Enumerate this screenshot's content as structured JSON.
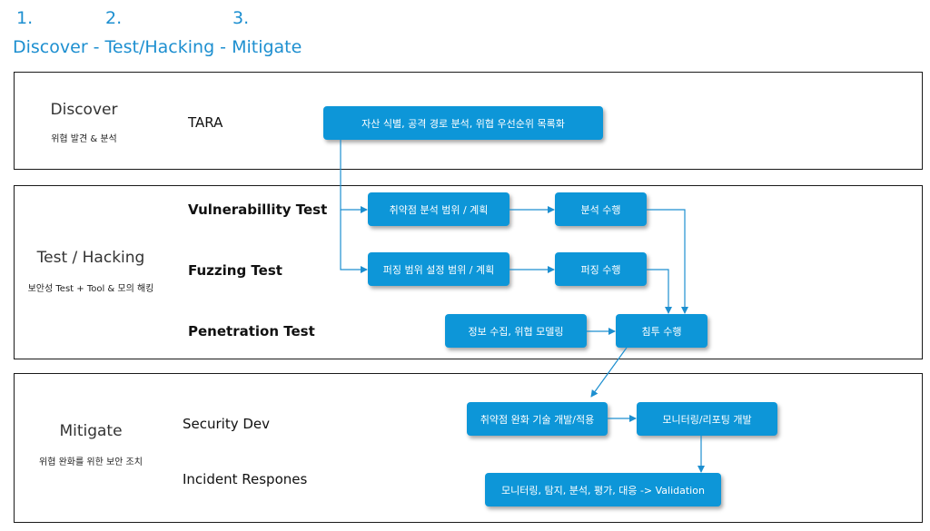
{
  "header": {
    "step1": "1.",
    "step2": "2.",
    "step3": "3.",
    "title": "Discover - Test/Hacking - Mitigate"
  },
  "discover": {
    "title": "Discover",
    "subtitle": "위협 발견 & 분석",
    "rows": {
      "tara": "TARA"
    },
    "boxes": {
      "tara": "자산 식별, 공격 경로 분석, 위협 우선순위 목록화"
    }
  },
  "test": {
    "title": "Test / Hacking",
    "subtitle": "보안성 Test + Tool & 모의 해킹",
    "rows": {
      "vuln": "Vulnerabillity Test",
      "fuzz": "Fuzzing Test",
      "pen": "Penetration Test"
    },
    "boxes": {
      "vuln_plan": "취약점 분석 범위 / 계획",
      "vuln_exec": "분석 수행",
      "fuzz_plan": "퍼징 범위 설정 범위 / 계획",
      "fuzz_exec": "퍼징 수행",
      "pen_info": "정보 수집, 위협 모델링",
      "pen_exec": "침투 수행"
    }
  },
  "mitigate": {
    "title": "Mitigate",
    "subtitle": "위협 완화를 위한 보안 조치",
    "rows": {
      "secdev": "Security Dev",
      "incident": "Incident Respones"
    },
    "boxes": {
      "mitig_tech": "취약점 완화 기술 개발/적용",
      "monitor_dev": "모니터링/리포팅 개발",
      "monitor_ops": "모니터링, 탐지, 분석, 평가, 대응 -> Validation"
    }
  },
  "colors": {
    "accent": "#1d8fd0",
    "box": "#0d96d8",
    "border": "#1a1a1a"
  }
}
